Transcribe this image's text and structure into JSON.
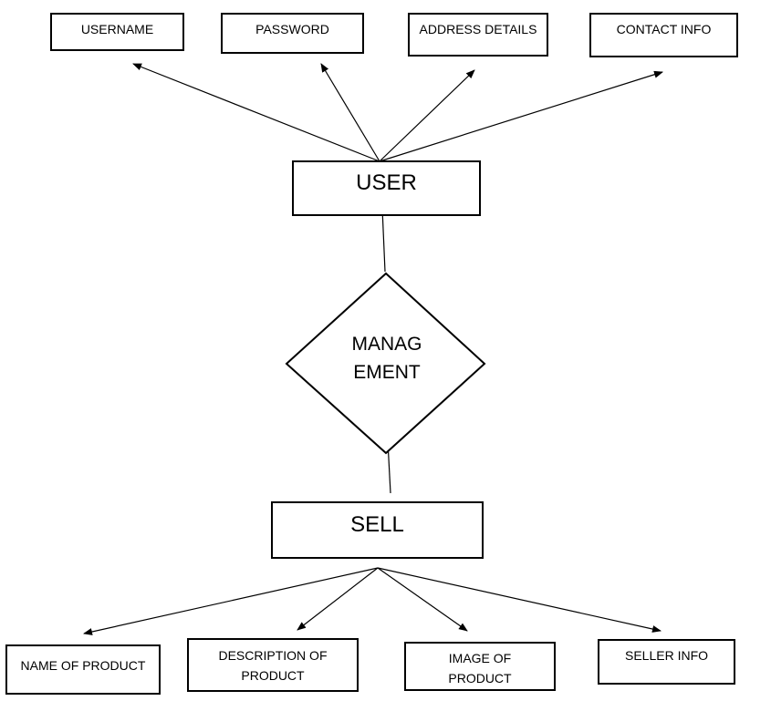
{
  "entities": {
    "user": "USER",
    "sell": "SELL"
  },
  "relationship": {
    "line1": "MANAG",
    "line2": "EMENT"
  },
  "user_attributes": [
    {
      "line1": "USERNAME",
      "line2": ""
    },
    {
      "line1": "PASSWORD",
      "line2": ""
    },
    {
      "line1": "ADDRESS DETAILS",
      "line2": ""
    },
    {
      "line1": "CONTACT INFO",
      "line2": ""
    }
  ],
  "sell_attributes": [
    {
      "line1": "NAME OF PRODUCT",
      "line2": ""
    },
    {
      "line1": "DESCRIPTION OF",
      "line2": "PRODUCT"
    },
    {
      "line1": "IMAGE OF",
      "line2": "PRODUCT"
    },
    {
      "line1": "SELLER INFO",
      "line2": ""
    }
  ]
}
